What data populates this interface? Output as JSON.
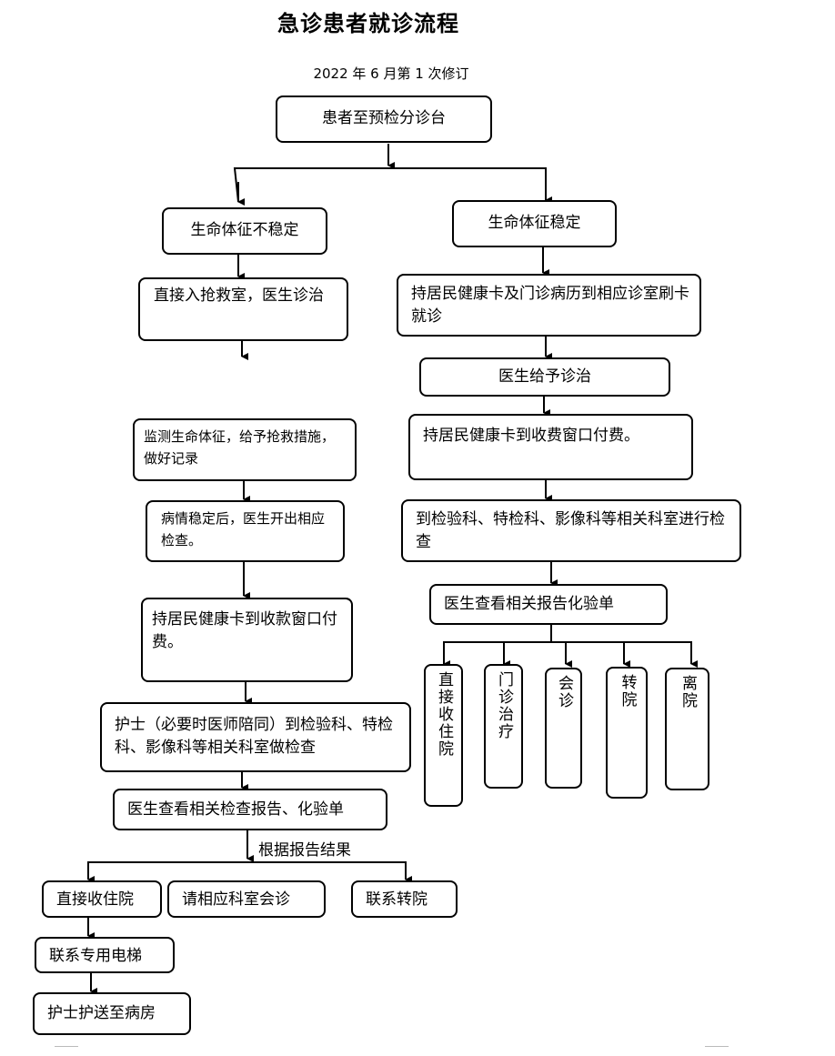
{
  "title": "急诊患者就诊流程",
  "subtitle": "2022 年 6 月第 1 次修订",
  "nodes": {
    "start": "患者至预检分诊台",
    "unstable": "生命体征不稳定",
    "stable": "生命体征稳定",
    "rescue": "直接入抢救室，医生诊治",
    "card_visit": "持居民健康卡及门诊病历到相应诊室刷卡就诊",
    "doctor_treat": "医生给予诊治",
    "monitor": "监测生命体征，给予抢救措施，做好记录",
    "pay_right": "持居民健康卡到收费窗口付费。",
    "stable_after": "病情稳定后，医生开出相应检查。",
    "exam_right": "到检验科、特检科、影像科等相关科室进行检查",
    "report_right": "医生查看相关报告化验单",
    "pay_left": "持居民健康卡到收款窗口付费。",
    "nurse_exam": "护士（必要时医师陪同）到检验科、特检科、影像科等相关科室做检查",
    "report_left": "医生查看相关检查报告、化验单",
    "by_result": "根据报告结果",
    "admit_left": "直接收住院",
    "consult_left": "请相应科室会诊",
    "transfer_left": "联系转院",
    "elevator": "联系专用电梯",
    "escort": "护士护送至病房",
    "out_admit": "直接收住院",
    "out_clinic": "门诊治疗",
    "out_consult": "会诊",
    "out_transfer": "转院",
    "out_leave": "离院"
  }
}
